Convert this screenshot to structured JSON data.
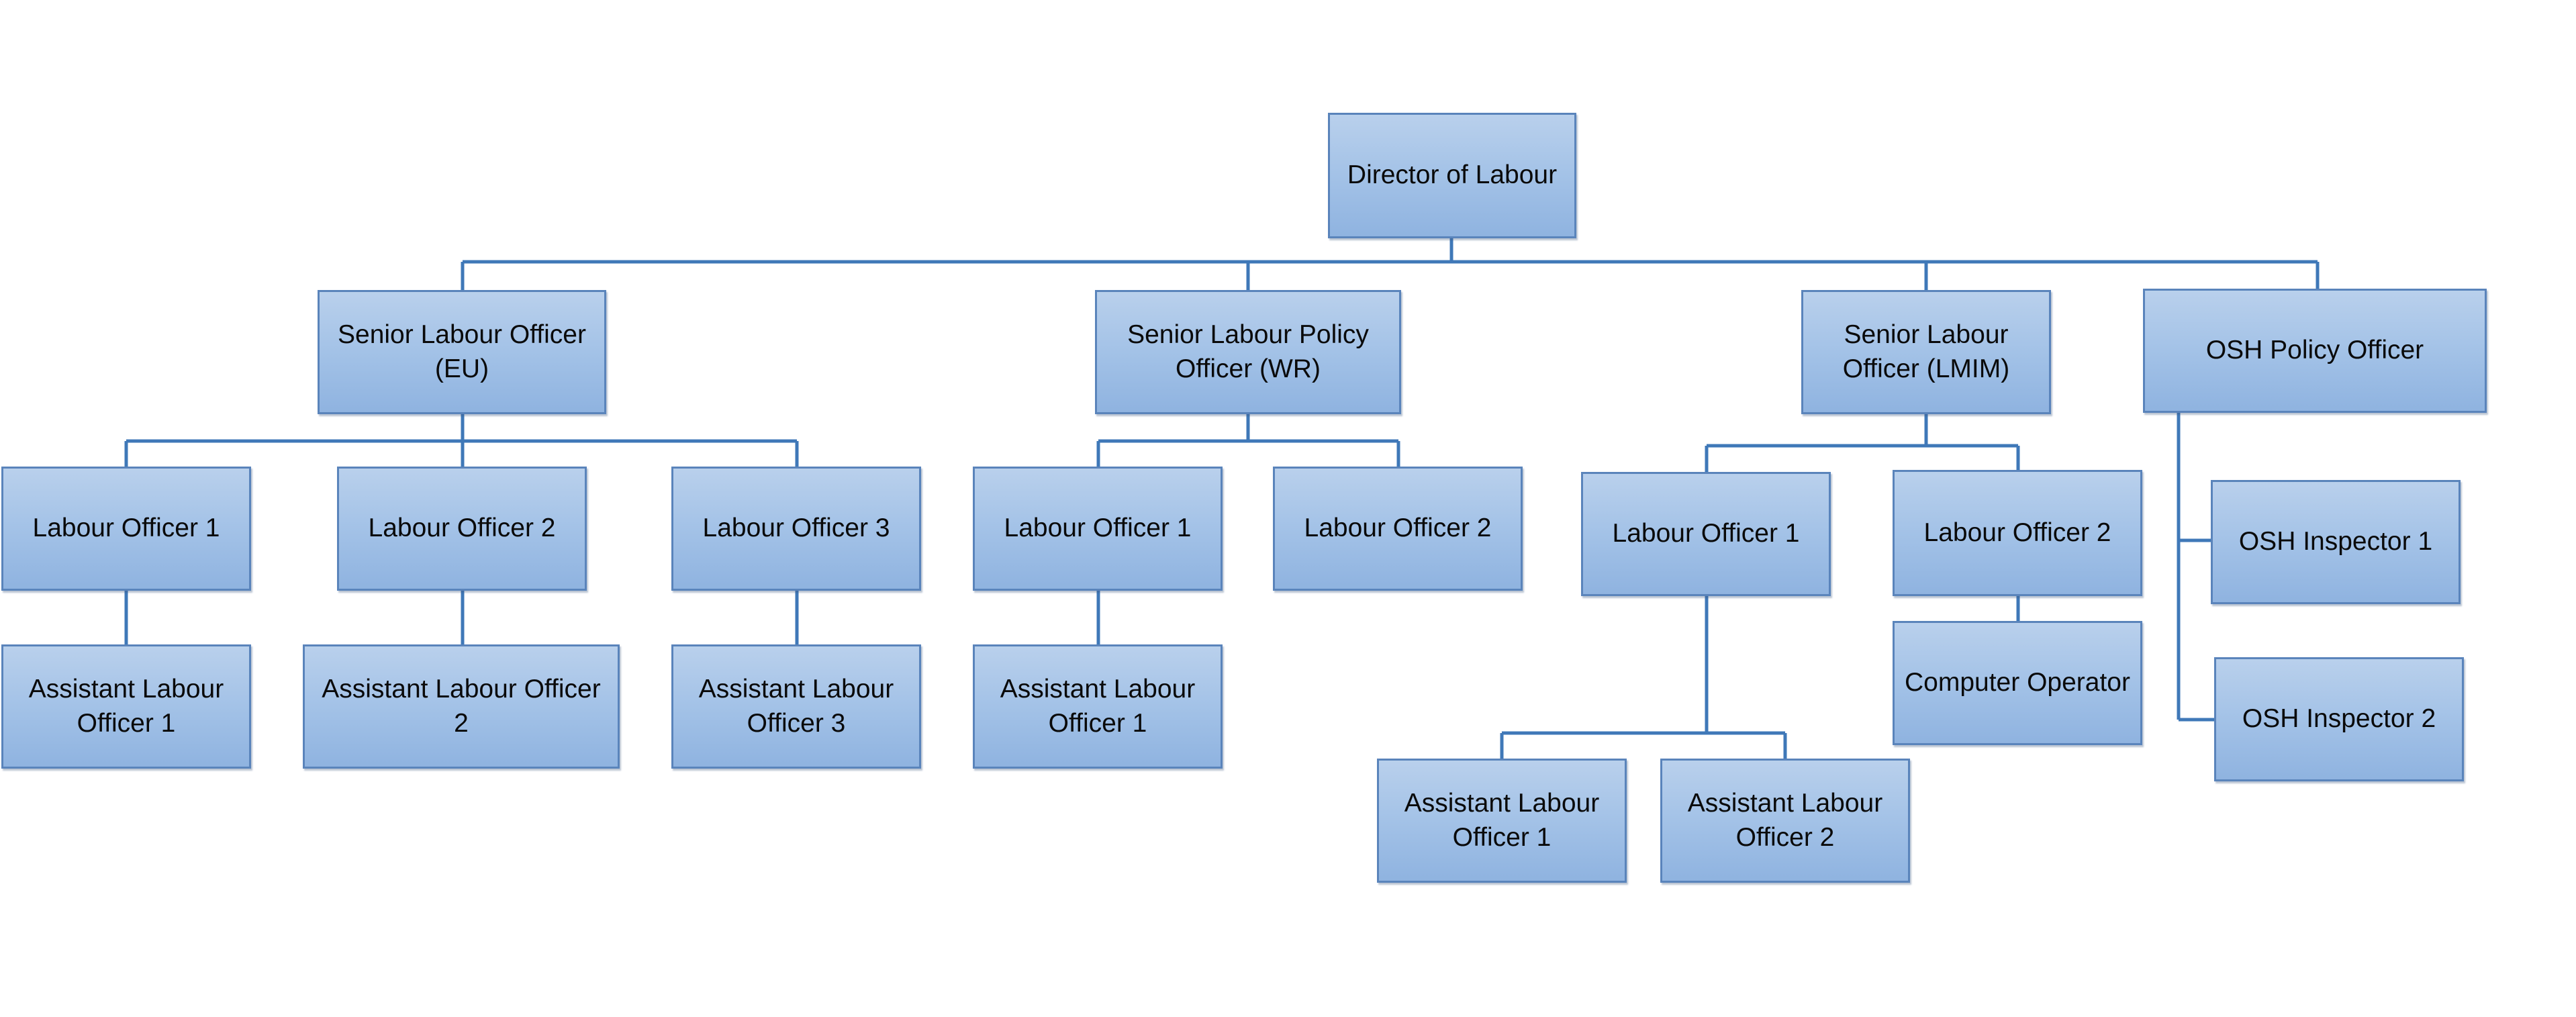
{
  "title": "",
  "nodes": [
    {
      "id": "dir",
      "label": "Director of Labour"
    },
    {
      "id": "slo_eu",
      "label": "Senior Labour Officer (EU)"
    },
    {
      "id": "slpo_wr",
      "label": "Senior Labour Policy Officer (WR)"
    },
    {
      "id": "slo_lmim",
      "label": "Senior Labour Officer (LMIM)"
    },
    {
      "id": "osh_po",
      "label": "OSH Policy Officer"
    },
    {
      "id": "eu_lo1",
      "label": "Labour Officer 1"
    },
    {
      "id": "eu_lo2",
      "label": "Labour Officer 2"
    },
    {
      "id": "eu_lo3",
      "label": "Labour Officer 3"
    },
    {
      "id": "eu_alo1",
      "label": "Assistant Labour Officer 1"
    },
    {
      "id": "eu_alo2",
      "label": "Assistant Labour Officer 2"
    },
    {
      "id": "eu_alo3",
      "label": "Assistant Labour Officer 3"
    },
    {
      "id": "wr_lo1",
      "label": "Labour Officer 1"
    },
    {
      "id": "wr_lo2",
      "label": "Labour Officer 2"
    },
    {
      "id": "wr_alo1",
      "label": "Assistant Labour Officer 1"
    },
    {
      "id": "lm_lo1",
      "label": "Labour Officer 1"
    },
    {
      "id": "lm_lo2",
      "label": "Labour Officer 2"
    },
    {
      "id": "lm_co",
      "label": "Computer Operator"
    },
    {
      "id": "lm_alo1",
      "label": "Assistant Labour Officer 1"
    },
    {
      "id": "lm_alo2",
      "label": "Assistant Labour Officer 2"
    },
    {
      "id": "osh_i1",
      "label": "OSH Inspector 1"
    },
    {
      "id": "osh_i2",
      "label": "OSH Inspector 2"
    }
  ],
  "edges": [
    [
      "dir",
      "slo_eu"
    ],
    [
      "dir",
      "slpo_wr"
    ],
    [
      "dir",
      "slo_lmim"
    ],
    [
      "dir",
      "osh_po"
    ],
    [
      "slo_eu",
      "eu_lo1"
    ],
    [
      "slo_eu",
      "eu_lo2"
    ],
    [
      "slo_eu",
      "eu_lo3"
    ],
    [
      "eu_lo1",
      "eu_alo1"
    ],
    [
      "eu_lo2",
      "eu_alo2"
    ],
    [
      "eu_lo3",
      "eu_alo3"
    ],
    [
      "slpo_wr",
      "wr_lo1"
    ],
    [
      "slpo_wr",
      "wr_lo2"
    ],
    [
      "wr_lo1",
      "wr_alo1"
    ],
    [
      "slo_lmim",
      "lm_lo1"
    ],
    [
      "slo_lmim",
      "lm_lo2"
    ],
    [
      "lm_lo2",
      "lm_co"
    ],
    [
      "lm_lo1",
      "lm_alo1"
    ],
    [
      "lm_lo1",
      "lm_alo2"
    ],
    [
      "osh_po",
      "osh_i1"
    ],
    [
      "osh_po",
      "osh_i2"
    ]
  ],
  "colors": {
    "box_top": "#b9d0ec",
    "box_bottom": "#8fb3e0",
    "box_border": "#5a84bb",
    "connector": "#3f78b8"
  }
}
